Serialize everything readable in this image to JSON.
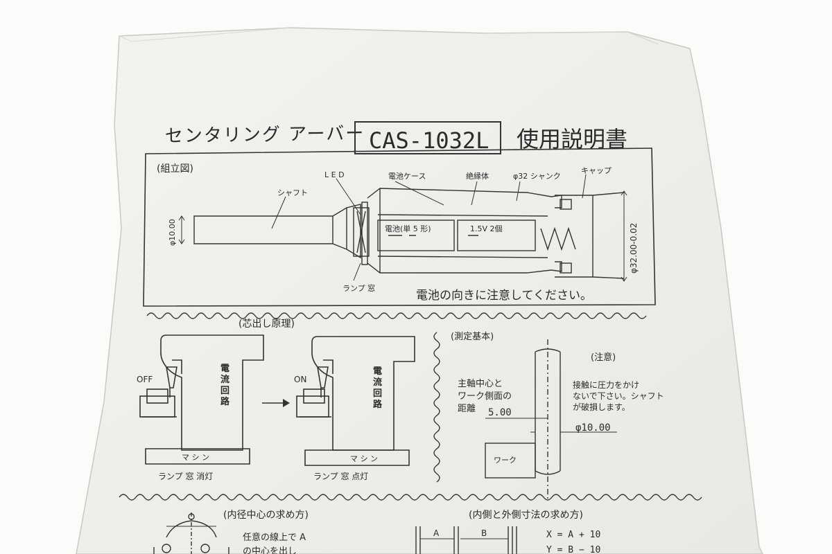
{
  "title": {
    "product": "センタリング アーバー",
    "model": "CAS-1032L",
    "doc": "使用説明書"
  },
  "assembly": {
    "heading": "(組立図)",
    "labels": {
      "shaft": "シャフト",
      "led": "L E D",
      "battery_case": "電池ケース",
      "insulator": "絶縁体",
      "shank": "φ32 シャンク",
      "cap": "キャップ",
      "battery": "電池(単 5 形)",
      "voltage": "1.5V 2個",
      "lamp_window": "ランプ 窓"
    },
    "dims": {
      "shaft_dia": "φ10.00",
      "body_dia": "φ32.00-0.02"
    },
    "note": "電池の向きに注意してください。"
  },
  "principle": {
    "heading": "(芯出し原理)",
    "left": {
      "state": "OFF",
      "circuit": "電流回路",
      "base": "マ シ ン",
      "caption": "ランプ 窓  消灯"
    },
    "right": {
      "state": "ON",
      "circuit": "電流回路",
      "base": "マ シ ン",
      "caption": "ランプ 窓  点灯"
    }
  },
  "measure": {
    "heading": "(測定基本)",
    "label_lines": [
      "主軸中心と",
      "ワーク側面の",
      "距離"
    ],
    "distance": "5.00",
    "shaft_dia": "φ10.00",
    "work": "ワーク",
    "caution_heading": "(注意)",
    "caution_lines": [
      "接触に圧力をかけ",
      "ないで下さい。シャフト",
      "が破損します。"
    ]
  },
  "bottom": {
    "left_heading": "(内径中心の求め方)",
    "left_lines": [
      "任意の線上で A",
      "の中心を出し"
    ],
    "right_heading": "(内側と外側寸法の求め方)",
    "dim_a": "A",
    "dim_b": "B",
    "formula_x": "X = A + 10",
    "formula_y": "Y = B − 10"
  }
}
